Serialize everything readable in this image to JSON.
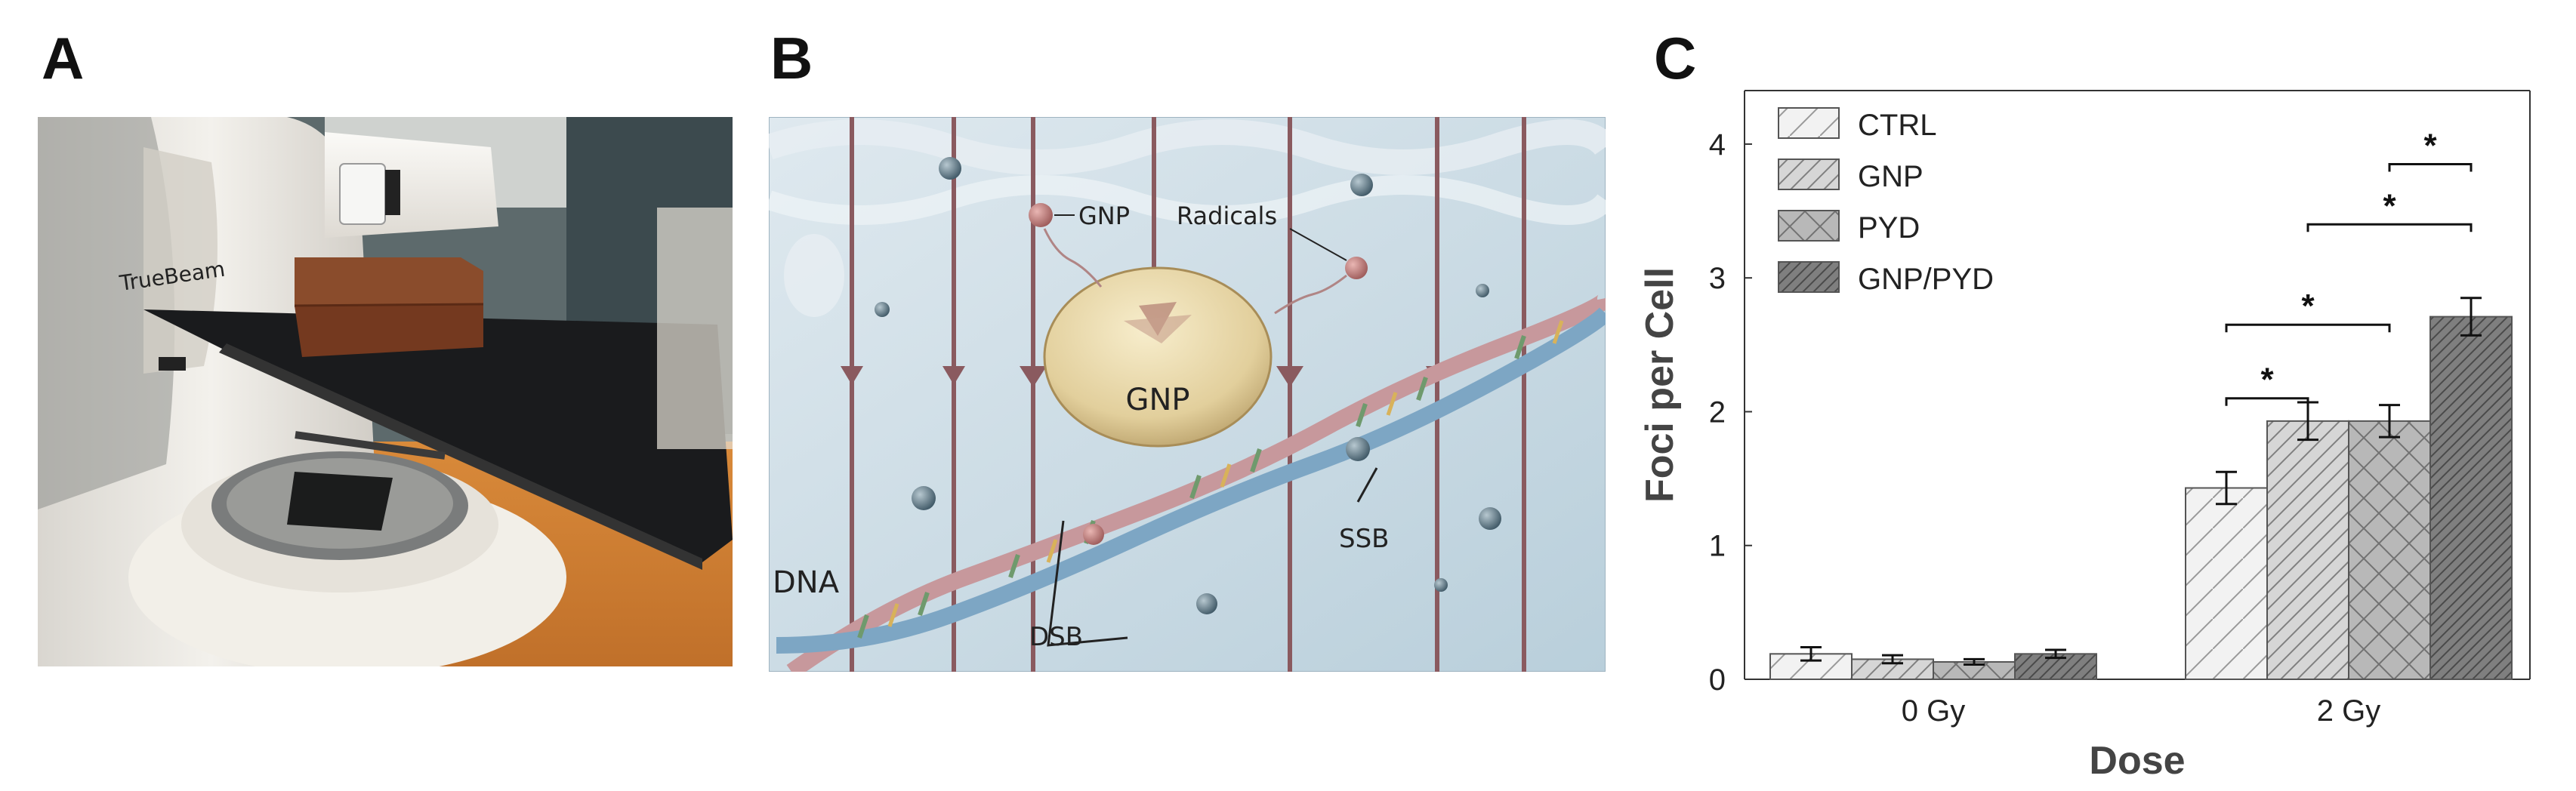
{
  "panels": {
    "a": {
      "letter": "A",
      "machine_brand": "TrueBeam"
    },
    "b": {
      "letter": "B",
      "labels": {
        "gnp_particle": "GNP",
        "radicals": "Radicals",
        "gnp_core": "GNP",
        "dna": "DNA",
        "dsb": "DSB",
        "ssb": "SSB"
      }
    },
    "c": {
      "letter": "C"
    }
  },
  "chart_data": {
    "type": "bar",
    "xlabel": "Dose",
    "ylabel": "Foci per Cell",
    "categories": [
      "0 Gy",
      "2 Gy"
    ],
    "ylim": [
      0,
      4.4
    ],
    "yticks": [
      0,
      1,
      2,
      3,
      4
    ],
    "legend_position": "top-left",
    "series": [
      {
        "name": "CTRL",
        "values": [
          0.19,
          1.43
        ],
        "errors": [
          0.05,
          0.12
        ],
        "color": "#f2f2f2",
        "pattern": "light-diagonal"
      },
      {
        "name": "GNP",
        "values": [
          0.15,
          1.93
        ],
        "errors": [
          0.03,
          0.14
        ],
        "color": "#d6d6d6",
        "pattern": "diagonal"
      },
      {
        "name": "PYD",
        "values": [
          0.13,
          1.93
        ],
        "errors": [
          0.02,
          0.12
        ],
        "color": "#b8b8b8",
        "pattern": "crosshatch"
      },
      {
        "name": "GNP/PYD",
        "values": [
          0.19,
          2.71
        ],
        "errors": [
          0.03,
          0.14
        ],
        "color": "#7f7f7f",
        "pattern": "dense-diagonal"
      }
    ],
    "significance": [
      {
        "category": "2 Gy",
        "from": "CTRL",
        "to": "GNP",
        "label": "*"
      },
      {
        "category": "2 Gy",
        "from": "CTRL",
        "to": "PYD",
        "label": "*"
      },
      {
        "category": "2 Gy",
        "from": "PYD",
        "to": "GNP/PYD",
        "label": "*"
      },
      {
        "category": "2 Gy",
        "from": "GNP",
        "to": "GNP/PYD",
        "label": "*"
      }
    ]
  }
}
